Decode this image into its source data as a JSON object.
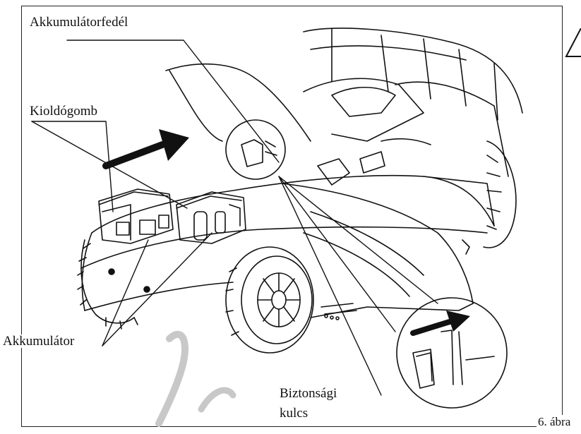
{
  "labels": {
    "battery_cover": "Akkumulátorfedél",
    "release_button": "Kioldógomb",
    "battery": "Akkumulátor",
    "safety_key_line1": "Biztonsági",
    "safety_key_line2": "kulcs"
  },
  "caption": "6. ábra",
  "colors": {
    "ink": "#111111",
    "paper": "#ffffff",
    "watermark": "#c8c8c8"
  },
  "icons": [
    "arrow-icon",
    "warning-triangle-icon"
  ]
}
